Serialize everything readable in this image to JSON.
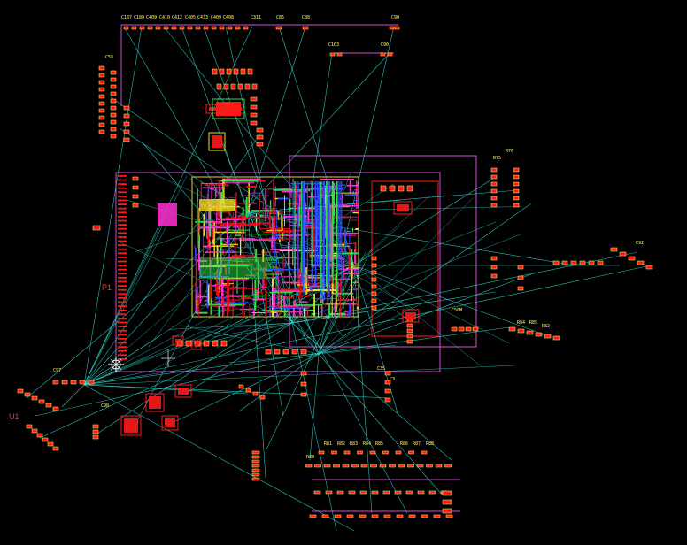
{
  "app": {
    "view": "pcb-layout-canvas",
    "background": "#000000"
  },
  "colors": {
    "ratsnest": "#2fd1c8",
    "outline_magenta": "#d94cd9",
    "outline_yellow": "#e0d63a",
    "pad_red": "#ff1a1a",
    "label_yellow": "#ffff66",
    "trace_blue": "#2a4bff",
    "trace_green": "#2fe04a",
    "trace_magenta": "#ff2fd0",
    "trace_yellow": "#f0e020",
    "trace_red": "#e01020"
  },
  "labels": {
    "top_row": [
      "C187",
      "C189",
      "C409",
      "C410",
      "C412",
      "C405",
      "C433",
      "C409",
      "C408",
      "C311",
      "C85",
      "C88",
      "C90"
    ],
    "mid_top": [
      "C103",
      "C90"
    ],
    "left_cluster": [
      "C58"
    ],
    "right_cluster": [
      "R75",
      "R76",
      "C50M",
      "R84",
      "R85",
      "R82",
      "C92"
    ],
    "left_lower": [
      "C97",
      "C98"
    ],
    "center_mid": [
      "C35",
      "C3"
    ],
    "bottom_grid": [
      "R80",
      "R81",
      "R82",
      "R83",
      "R84",
      "R85",
      "R86",
      "R87",
      "R88"
    ],
    "marker_u": "U1",
    "marker_p": "P1"
  },
  "crosshair": {
    "symbol": "origin-crosshair-icon"
  }
}
